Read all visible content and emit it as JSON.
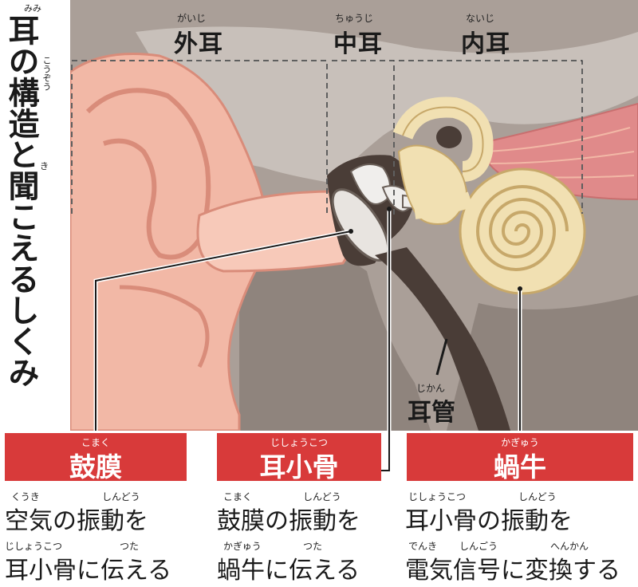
{
  "title": {
    "text": "耳の構造と聞こえるしくみ",
    "ruby": [
      {
        "text": "みみ",
        "for": "耳"
      },
      {
        "text": "こうぞう",
        "for": "構造"
      },
      {
        "text": "き",
        "for": "聞"
      }
    ]
  },
  "regions": [
    {
      "id": "outer",
      "label": "外耳",
      "ruby": "がいじ"
    },
    {
      "id": "middle",
      "label": "中耳",
      "ruby": "ちゅうじ"
    },
    {
      "id": "inner",
      "label": "内耳",
      "ruby": "ないじ"
    }
  ],
  "eustachian_tube": {
    "label": "耳管",
    "ruby": "じかん"
  },
  "parts": [
    {
      "id": "eardrum",
      "label": "鼓膜",
      "ruby": "こまく",
      "desc_line1": "空気の振動を",
      "desc_line1_ruby": [
        "くうき",
        "しんどう"
      ],
      "desc_line2": "耳小骨に伝える",
      "desc_line2_ruby": [
        "じしょうこつ",
        "つた"
      ]
    },
    {
      "id": "ossicles",
      "label": "耳小骨",
      "ruby": "じしょうこつ",
      "desc_line1": "鼓膜の振動を",
      "desc_line1_ruby": [
        "こまく",
        "しんどう"
      ],
      "desc_line2": "蝸牛に伝える",
      "desc_line2_ruby": [
        "かぎゅう",
        "つた"
      ]
    },
    {
      "id": "cochlea",
      "label": "蝸牛",
      "ruby": "かぎゅう",
      "desc_line1": "耳小骨の振動を",
      "desc_line1_ruby": [
        "じしょうこつ",
        "しんどう"
      ],
      "desc_line2": "電気信号に変換する",
      "desc_line2_ruby": [
        "でんき",
        "しんごう",
        "へんかん"
      ]
    }
  ],
  "colors": {
    "skin": "#f2b8a6",
    "skin_dark": "#d98c7a",
    "bone": "#aa9f98",
    "bone_dark": "#6a5f58",
    "canal_dark": "#4a3d37",
    "cochlea": "#f1e0b2",
    "cochlea_line": "#c7a86a",
    "muscle": "#e08a8a",
    "label_red": "#d83a3a"
  }
}
